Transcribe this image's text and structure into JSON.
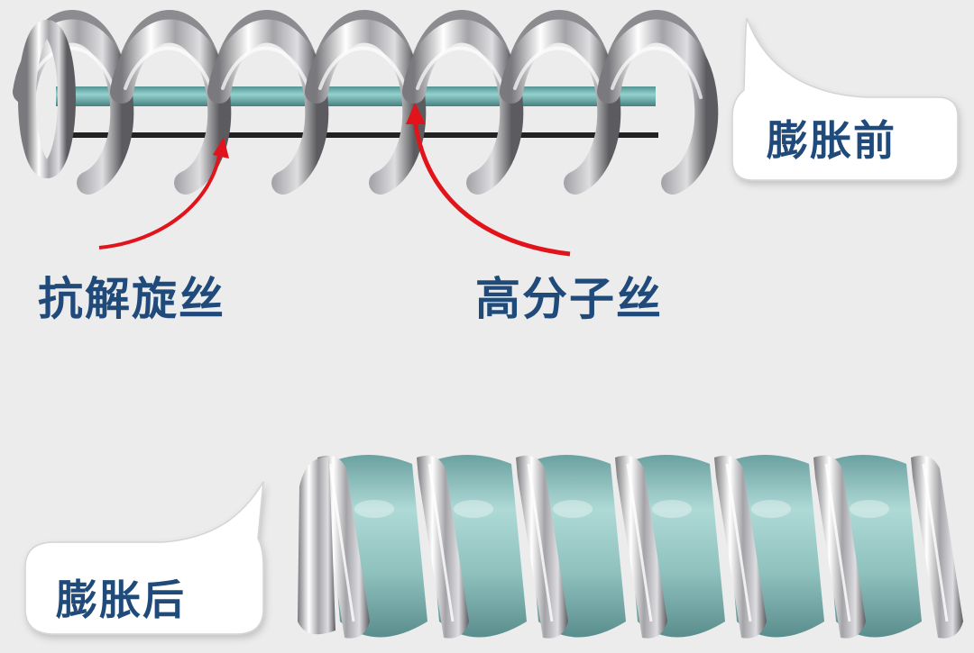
{
  "labels": {
    "anti_unwind_wire": "抗解旋丝",
    "polymer_wire": "高分子丝",
    "before_expansion": "膨胀前",
    "after_expansion": "膨胀后"
  },
  "colors": {
    "background": "#ececec",
    "label_text": "#1f4a7a",
    "arrow": "#e0141a",
    "coil_metal": "#c8c8cc",
    "polymer": "#7fb8b8",
    "core_wire": "#222222"
  }
}
